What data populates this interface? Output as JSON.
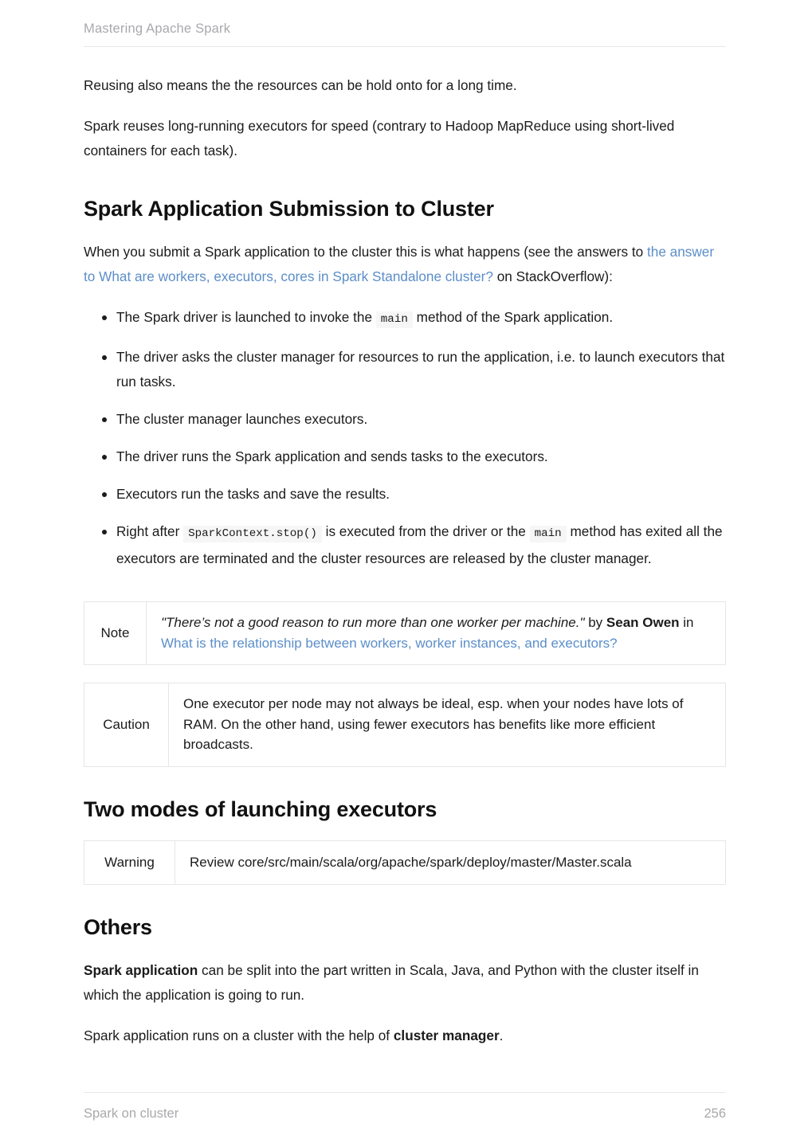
{
  "header": {
    "title": "Mastering Apache Spark"
  },
  "content": {
    "intro_paragraphs": [
      "Reusing also means the the resources can be hold onto for a long time.",
      "Spark reuses long-running executors for speed (contrary to Hadoop MapReduce using short-lived containers for each task)."
    ],
    "section_submission": {
      "heading": "Spark Application Submission to Cluster",
      "lead_prefix": "When you submit a Spark application to the cluster this is what happens (see the answers to ",
      "lead_link": "the answer to What are workers, executors, cores in Spark Standalone cluster?",
      "lead_suffix": " on StackOverflow):",
      "bullets": [
        {
          "prefix": "The Spark driver is launched to invoke the ",
          "code": "main",
          "suffix": " method of the Spark application."
        },
        {
          "prefix": "The driver asks the cluster manager for resources to run the application, i.e. to launch executors that run tasks.",
          "code": "",
          "suffix": ""
        },
        {
          "prefix": "The cluster manager launches executors.",
          "code": "",
          "suffix": ""
        },
        {
          "prefix": "The driver runs the Spark application and sends tasks to the executors.",
          "code": "",
          "suffix": ""
        },
        {
          "prefix": "Executors run the tasks and save the results.",
          "code": "",
          "suffix": ""
        },
        {
          "prefix": "Right after ",
          "code": "SparkContext.stop()",
          "mid": " is executed from the driver or the ",
          "code2": "main",
          "suffix": " method has exited all the executors are terminated and the cluster resources are released by the cluster manager."
        }
      ]
    },
    "admonitions": {
      "note": {
        "label": "Note",
        "quote": "\"There’s not a good reason to run more than one worker per machine.\"",
        "by_word": " by ",
        "author": "Sean Owen",
        "in_word": " in ",
        "link": "What is the relationship between workers, worker instances, and executors?"
      },
      "caution": {
        "label": "Caution",
        "text": "One executor per node may not always be ideal, esp. when your nodes have lots of RAM. On the other hand, using fewer executors has benefits like more efficient broadcasts."
      },
      "warning": {
        "label": "Warning",
        "text": "Review core/src/main/scala/org/apache/spark/deploy/master/Master.scala"
      }
    },
    "section_two_modes": {
      "heading": "Two modes of launching executors"
    },
    "section_others": {
      "heading": "Others",
      "para1_strong": "Spark application",
      "para1_rest": " can be split into the part written in Scala, Java, and Python with the cluster itself in which the application is going to run.",
      "para2_prefix": "Spark application runs on a cluster with the help of ",
      "para2_strong": "cluster manager",
      "para2_suffix": "."
    }
  },
  "footer": {
    "left": "Spark on cluster",
    "page_number": "256"
  },
  "colors": {
    "link": "#5b8ec9",
    "header_text": "#a9a9ad",
    "body_text": "#1b1b1b",
    "code_bg": "#f6f6f6",
    "rule": "#e8e8e8",
    "box_border": "#e6e6e6"
  }
}
